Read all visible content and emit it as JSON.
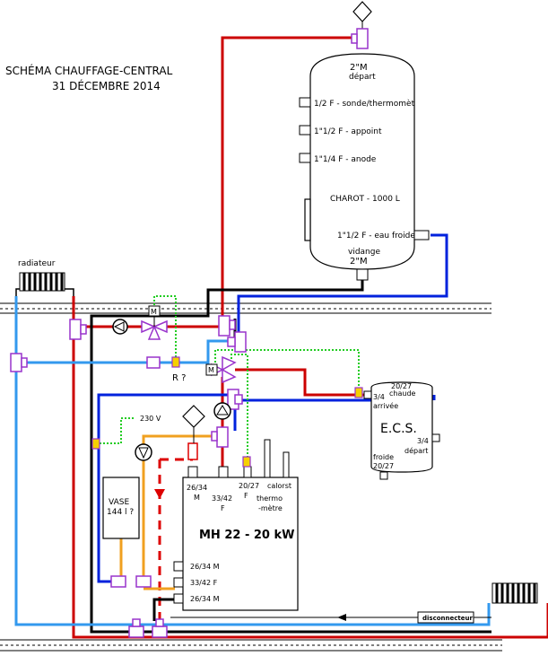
{
  "title": {
    "line1": "SCHÉMA CHAUFFAGE-CENTRAL",
    "line2": "31 DÉCEMBRE 2014"
  },
  "tank": {
    "name": "CHAROT - 1000 L",
    "top_size": "2\"M",
    "top_label": "départ",
    "ports": [
      "1/2 F - sonde/thermomèt",
      "1\"1/2 F - appoint",
      "1\"1/4 F - anode",
      "1\"1/2 F - eau froide"
    ],
    "bottom_label": "vidange",
    "bottom_size": "2\"M"
  },
  "ecs": {
    "name": "E.C.S.",
    "top_size": "20/27",
    "top_label": "chaude",
    "inlet_size": "3/4",
    "inlet_label": "arrivée",
    "outlet_size": "3/4",
    "outlet_label": "départ",
    "bottom_label": "froide",
    "bottom_size": "20/27"
  },
  "boiler": {
    "name": "MH 22 - 20 kW",
    "top_ports": [
      {
        "size": "26/34",
        "type": "M"
      },
      {
        "size": "33/42",
        "type": "F"
      },
      {
        "size": "20/27",
        "type": "F"
      },
      {
        "label": "thermo",
        "label2": "-mètre"
      },
      {
        "label": "calorst"
      }
    ],
    "side_ports": [
      "26/34 M",
      "33/42  F",
      "26/34 M"
    ]
  },
  "expansion_vessel": {
    "line1": "VASE",
    "line2": "144 l ?"
  },
  "labels": {
    "radiator_left": "radiateur",
    "voltage": "230 V",
    "valve_r": "R ?",
    "motor_m": "M",
    "disconnector": "disconnecteur"
  },
  "colors": {
    "hot_pipe": "#cc0000",
    "cold_pipe": "#0022dd",
    "return_pipe": "#3399ee",
    "primary_pipe": "#000000",
    "expansion_pipe": "#f0a020",
    "signal_wire": "#22cc22",
    "fitting": "#9933cc",
    "sensor": "#f5d000"
  }
}
